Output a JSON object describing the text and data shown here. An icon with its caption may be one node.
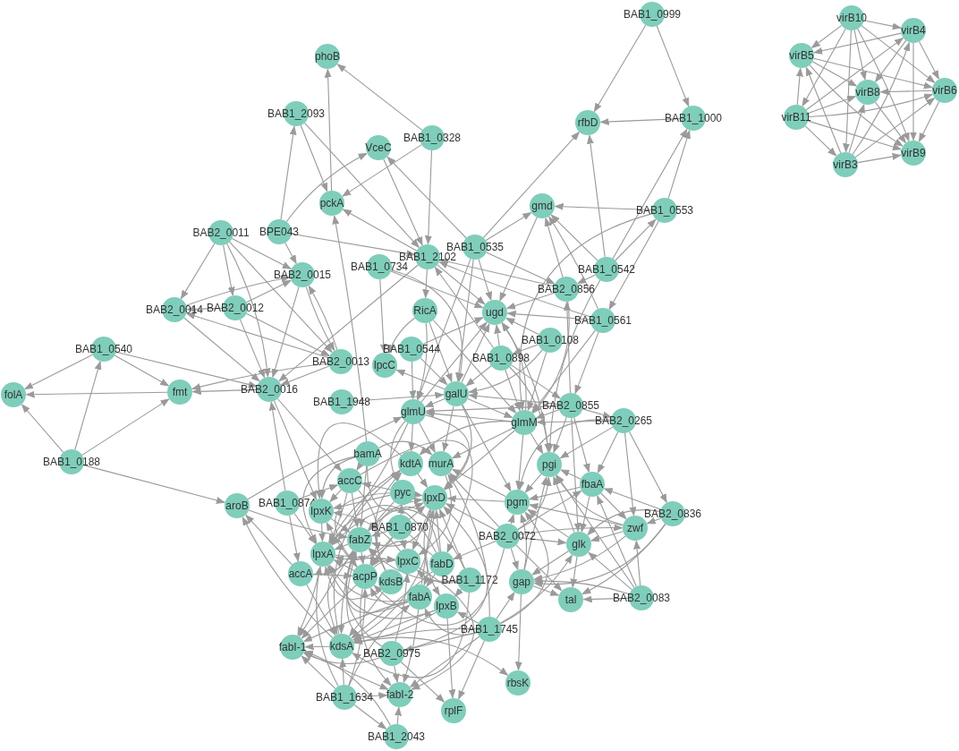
{
  "diagram": {
    "nodes": [
      {
        "text": [
          "BAB1_0999"
        ]
      },
      {
        "text": [
          "virB10"
        ]
      },
      {
        "text": [
          "virB4"
        ]
      },
      {
        "text": [
          "virB5"
        ]
      },
      {
        "text": [
          "phoB"
        ]
      },
      {
        "text": [
          "virB6"
        ]
      },
      {
        "text": [
          "virB8"
        ]
      },
      {
        "text": [
          "BAB1_2093"
        ]
      },
      {
        "text": [
          "virB11"
        ]
      },
      {
        "text": [
          "BAB1_1000"
        ]
      },
      {
        "text": [
          "rfbD"
        ]
      },
      {
        "text": [
          "BAB1_0328"
        ]
      },
      {
        "text": [
          "VceC"
        ]
      },
      {
        "text": [
          "virB9"
        ]
      },
      {
        "text": [
          "virB3"
        ]
      },
      {
        "text": [
          "pckA"
        ]
      },
      {
        "text": [
          "gmd"
        ]
      },
      {
        "text": [
          "BAB1_0553"
        ]
      },
      {
        "text": [
          "BAB2_0011"
        ]
      },
      {
        "text": [
          "BPE043"
        ]
      },
      {
        "text": [
          "BAB1_0535"
        ]
      },
      {
        "text": [
          "BAB1_2102"
        ]
      },
      {
        "text": [
          "BAB1_0734"
        ]
      },
      {
        "text": [
          "BAB1_0542"
        ]
      },
      {
        "text": [
          "BAB2_0015"
        ]
      },
      {
        "text": [
          "BAB2_0856"
        ]
      },
      {
        "text": [
          "BAB2_0014"
        ]
      },
      {
        "text": [
          "BAB2_0012"
        ]
      },
      {
        "text": [
          "RicA"
        ]
      },
      {
        "text": [
          "ugd"
        ]
      },
      {
        "text": [
          "BAB1_0561"
        ]
      },
      {
        "text": [
          "BAB1_0108"
        ]
      },
      {
        "text": [
          "BAB1_0540"
        ]
      },
      {
        "text": [
          "BAB1_0544"
        ]
      },
      {
        "text": [
          "BAB1_0898"
        ]
      },
      {
        "text": [
          "BAB2_0013"
        ]
      },
      {
        "text": [
          "lpcC"
        ]
      },
      {
        "text": [
          "galU"
        ]
      },
      {
        "text": [
          "fmt"
        ]
      },
      {
        "text": [
          "folA"
        ]
      },
      {
        "text": [
          "BAB2_0016"
        ]
      },
      {
        "text": [
          "BAB1_1948"
        ]
      },
      {
        "text": [
          "BAB2_0855"
        ]
      },
      {
        "text": [
          "glmU"
        ]
      },
      {
        "text": [
          "glmM"
        ]
      },
      {
        "text": [
          "BAB2_0265"
        ]
      },
      {
        "text": [
          "bamA"
        ]
      },
      {
        "text": [
          "BAB1_0188"
        ]
      },
      {
        "text": [
          "kdtA"
        ]
      },
      {
        "text": [
          "murA"
        ]
      },
      {
        "text": [
          "pgi"
        ]
      },
      {
        "text": [
          "accC"
        ]
      },
      {
        "text": [
          "fbaA"
        ]
      },
      {
        "text": [
          "pyc"
        ]
      },
      {
        "text": [
          "lpxD"
        ]
      },
      {
        "text": [
          "pgm"
        ]
      },
      {
        "text": [
          "aroB"
        ]
      },
      {
        "text": [
          "BAB1_0874"
        ]
      },
      {
        "text": [
          "lpxK"
        ]
      },
      {
        "text": [
          "BAB2_0836"
        ]
      },
      {
        "text": [
          "zwf"
        ]
      },
      {
        "text": [
          "BAB1_0870"
        ]
      },
      {
        "text": [
          "BAB2_0072"
        ]
      },
      {
        "text": [
          "fabZ"
        ]
      },
      {
        "text": [
          "glk"
        ]
      },
      {
        "text": [
          "lpxA"
        ]
      },
      {
        "text": [
          "lpxC"
        ]
      },
      {
        "text": [
          "fabD"
        ]
      },
      {
        "text": [
          "accA"
        ]
      },
      {
        "text": [
          "acpP"
        ]
      },
      {
        "text": [
          "kdsB"
        ]
      },
      {
        "text": [
          "BAB1_1172"
        ]
      },
      {
        "text": [
          "gap"
        ]
      },
      {
        "text": [
          "fabA"
        ]
      },
      {
        "text": [
          "lpxB"
        ]
      },
      {
        "text": [
          "tal"
        ]
      },
      {
        "text": [
          "BAB2_0083"
        ]
      },
      {
        "text": [
          "BAB1_1745"
        ]
      },
      {
        "text": [
          "kdsA"
        ]
      },
      {
        "text": [
          "fabI-1"
        ]
      },
      {
        "text": [
          "BAB2_0975"
        ]
      },
      {
        "text": [
          "rbsK"
        ]
      },
      {
        "text": [
          "fabI-2"
        ]
      },
      {
        "text": [
          "BAB1_1634"
        ]
      },
      {
        "text": [
          "rplF"
        ]
      },
      {
        "text": [
          "BAB1_2043"
        ]
      }
    ],
    "edges": [
      {
        "from": 1,
        "to": 2,
        "arrow": "to"
      },
      {
        "from": 1,
        "to": 3,
        "arrow": "to"
      },
      {
        "from": 1,
        "to": 8,
        "arrow": "to"
      },
      {
        "from": 1,
        "to": 6,
        "arrow": "to"
      },
      {
        "from": 1,
        "to": 14,
        "arrow": "to"
      },
      {
        "from": 1,
        "to": 5,
        "arrow": "to"
      },
      {
        "from": 1,
        "to": 13,
        "arrow": "to"
      },
      {
        "from": 2,
        "to": 3,
        "arrow": "to"
      },
      {
        "from": 2,
        "to": 5,
        "arrow": "to"
      },
      {
        "from": 2,
        "to": 13,
        "arrow": "to"
      },
      {
        "from": 8,
        "to": 2,
        "arrow": "to"
      },
      {
        "from": 14,
        "to": 2,
        "arrow": "to"
      },
      {
        "from": 2,
        "to": 6,
        "arrow": "to"
      },
      {
        "from": 3,
        "to": 5,
        "arrow": "to"
      },
      {
        "from": 3,
        "to": 6,
        "arrow": "to"
      },
      {
        "from": 3,
        "to": 13,
        "arrow": "to"
      },
      {
        "from": 8,
        "to": 3,
        "arrow": "to"
      },
      {
        "from": 14,
        "to": 3,
        "arrow": "to"
      },
      {
        "from": 8,
        "to": 6,
        "arrow": "to"
      },
      {
        "from": 8,
        "to": 5,
        "arrow": "to"
      },
      {
        "from": 8,
        "to": 14,
        "arrow": "to"
      },
      {
        "from": 8,
        "to": 13,
        "arrow": "to"
      },
      {
        "from": 5,
        "to": 6,
        "arrow": "to"
      },
      {
        "from": 5,
        "to": 13,
        "arrow": "to"
      },
      {
        "from": 14,
        "to": 6,
        "arrow": "to"
      },
      {
        "from": 14,
        "to": 5,
        "arrow": "to"
      },
      {
        "from": 14,
        "to": 13,
        "arrow": "to"
      },
      {
        "from": 6,
        "to": 13,
        "arrow": "to"
      },
      {
        "from": 0,
        "to": 10,
        "arrow": "to"
      },
      {
        "from": 0,
        "to": 9,
        "arrow": "to"
      },
      {
        "from": 9,
        "to": 10,
        "arrow": "to"
      },
      {
        "from": 20,
        "to": 10,
        "arrow": "to"
      },
      {
        "from": 23,
        "to": 10,
        "arrow": "to"
      },
      {
        "from": 23,
        "to": 9,
        "arrow": "to"
      },
      {
        "from": 17,
        "to": 9,
        "arrow": "to"
      },
      {
        "from": 17,
        "to": 16,
        "arrow": "to"
      },
      {
        "from": 23,
        "to": 17,
        "arrow": "to"
      },
      {
        "from": 17,
        "to": 30,
        "arrow": "to"
      },
      {
        "from": 15,
        "to": 4,
        "arrow": "to"
      },
      {
        "from": 11,
        "to": 4,
        "arrow": "to"
      },
      {
        "from": 19,
        "to": 7,
        "arrow": "to"
      },
      {
        "from": 7,
        "to": 15,
        "arrow": "to"
      },
      {
        "from": 7,
        "to": 21,
        "arrow": "to"
      },
      {
        "from": 19,
        "to": 12,
        "arrow": "to"
      },
      {
        "from": 11,
        "to": 15,
        "arrow": "to"
      },
      {
        "from": 12,
        "to": 21,
        "arrow": "to"
      },
      {
        "from": 20,
        "to": 12,
        "arrow": "to"
      },
      {
        "from": 11,
        "to": 21,
        "arrow": "to"
      },
      {
        "from": 21,
        "to": 28,
        "arrow": "to"
      },
      {
        "from": 21,
        "to": 15,
        "arrow": "to"
      },
      {
        "from": 46,
        "to": 15,
        "arrow": "to"
      },
      {
        "from": 19,
        "to": 21,
        "arrow": "to"
      },
      {
        "from": 18,
        "to": 26,
        "arrow": "to"
      },
      {
        "from": 18,
        "to": 27,
        "arrow": "to"
      },
      {
        "from": 18,
        "to": 24,
        "arrow": "to"
      },
      {
        "from": 18,
        "to": 35,
        "arrow": "to"
      },
      {
        "from": 18,
        "to": 40,
        "arrow": "to"
      },
      {
        "from": 27,
        "to": 24,
        "arrow": "to"
      },
      {
        "from": 26,
        "to": 24,
        "arrow": "to"
      },
      {
        "from": 27,
        "to": 26,
        "arrow": "to"
      },
      {
        "from": 35,
        "to": 26,
        "arrow": "to"
      },
      {
        "from": 27,
        "to": 40,
        "arrow": "to"
      },
      {
        "from": 27,
        "to": 35,
        "arrow": "to"
      },
      {
        "from": 26,
        "to": 40,
        "arrow": "to"
      },
      {
        "from": 19,
        "to": 24,
        "arrow": "to"
      },
      {
        "from": 24,
        "to": 35,
        "arrow": "to"
      },
      {
        "from": 35,
        "to": 24,
        "arrow": "to"
      },
      {
        "from": 24,
        "to": 40,
        "arrow": "to"
      },
      {
        "from": 21,
        "to": 40,
        "arrow": "to"
      },
      {
        "from": 35,
        "to": 40,
        "arrow": "to"
      },
      {
        "from": 35,
        "to": 38,
        "arrow": "to"
      },
      {
        "from": 40,
        "to": 38,
        "arrow": "to"
      },
      {
        "from": 38,
        "to": 39,
        "arrow": "to"
      },
      {
        "from": 32,
        "to": 39,
        "arrow": "to"
      },
      {
        "from": 32,
        "to": 38,
        "arrow": "to"
      },
      {
        "from": 32,
        "to": 40,
        "arrow": "to"
      },
      {
        "from": 47,
        "to": 32,
        "arrow": "to"
      },
      {
        "from": 47,
        "to": 39,
        "arrow": "to"
      },
      {
        "from": 47,
        "to": 38,
        "arrow": "to"
      },
      {
        "from": 47,
        "to": 56,
        "arrow": "to"
      },
      {
        "from": 57,
        "to": 40,
        "arrow": "to"
      },
      {
        "from": 40,
        "to": 51,
        "arrow": "to"
      },
      {
        "from": 40,
        "to": 58,
        "arrow": "to"
      },
      {
        "from": 56,
        "to": 43,
        "arrow": "to"
      },
      {
        "from": 56,
        "to": 63,
        "arrow": "to"
      },
      {
        "from": 78,
        "to": 56,
        "arrow": "to"
      },
      {
        "from": 68,
        "to": 56,
        "arrow": "to"
      },
      {
        "from": 57,
        "to": 65,
        "arrow": "to"
      },
      {
        "from": 57,
        "to": 68,
        "arrow": "to"
      },
      {
        "from": 57,
        "to": 51,
        "arrow": "to"
      },
      {
        "from": 20,
        "to": 16,
        "arrow": "to"
      },
      {
        "from": 16,
        "to": 29,
        "arrow": "to"
      },
      {
        "from": 20,
        "to": 29,
        "arrow": "to"
      },
      {
        "from": 23,
        "to": 16,
        "arrow": "to"
      },
      {
        "from": 25,
        "to": 16,
        "arrow": "to"
      },
      {
        "from": 30,
        "to": 16,
        "arrow": "to"
      },
      {
        "from": 23,
        "to": 25,
        "arrow": "to"
      },
      {
        "from": 25,
        "to": 29,
        "arrow": "to"
      },
      {
        "from": 30,
        "to": 29,
        "arrow": "to"
      },
      {
        "from": 31,
        "to": 29,
        "arrow": "to"
      },
      {
        "from": 34,
        "to": 29,
        "arrow": "to"
      },
      {
        "from": 31,
        "to": 34,
        "arrow": "to"
      },
      {
        "from": 30,
        "to": 21,
        "arrow": "to"
      },
      {
        "from": 25,
        "to": 21,
        "arrow": "to"
      },
      {
        "from": 20,
        "to": 25,
        "arrow": "to"
      },
      {
        "from": 30,
        "to": 42,
        "arrow": "to"
      },
      {
        "from": 34,
        "to": 21,
        "arrow": "to"
      },
      {
        "from": 22,
        "to": 36,
        "arrow": "to"
      },
      {
        "from": 22,
        "to": 29,
        "arrow": "to"
      },
      {
        "from": 22,
        "to": 37,
        "arrow": "to"
      },
      {
        "from": 33,
        "to": 29,
        "arrow": "to"
      },
      {
        "from": 33,
        "to": 37,
        "arrow": "to"
      },
      {
        "from": 33,
        "to": 43,
        "arrow": "to"
      },
      {
        "from": 37,
        "to": 36,
        "arrow": "to"
      },
      {
        "from": 41,
        "to": 37,
        "arrow": "to"
      },
      {
        "from": 37,
        "to": 43,
        "arrow": "to"
      },
      {
        "from": 44,
        "to": 43,
        "arrow": "to"
      },
      {
        "from": 42,
        "to": 43,
        "arrow": "to"
      },
      {
        "from": 42,
        "to": 37,
        "arrow": "to"
      },
      {
        "from": 34,
        "to": 37,
        "arrow": "to"
      },
      {
        "from": 31,
        "to": 37,
        "arrow": "to"
      },
      {
        "from": 37,
        "to": 29,
        "arrow": "to"
      },
      {
        "from": 43,
        "to": 29,
        "arrow": "to"
      },
      {
        "from": 44,
        "to": 29,
        "arrow": "to"
      },
      {
        "from": 50,
        "to": 29,
        "arrow": "to"
      },
      {
        "from": 31,
        "to": 44,
        "arrow": "to"
      },
      {
        "from": 34,
        "to": 44,
        "arrow": "to"
      },
      {
        "from": 34,
        "to": 50,
        "arrow": "to"
      },
      {
        "from": 34,
        "to": 42,
        "arrow": "to"
      },
      {
        "from": 42,
        "to": 25,
        "arrow": "to"
      },
      {
        "from": 25,
        "to": 44,
        "arrow": "to"
      },
      {
        "from": 42,
        "to": 45,
        "arrow": "to"
      },
      {
        "from": 45,
        "to": 44,
        "arrow": "to"
      },
      {
        "from": 45,
        "to": 50,
        "arrow": "to"
      },
      {
        "from": 45,
        "to": 55,
        "arrow": "to"
      },
      {
        "from": 45,
        "to": 52,
        "arrow": "to"
      },
      {
        "from": 45,
        "to": 60,
        "arrow": "to"
      },
      {
        "from": 45,
        "to": 59,
        "arrow": "to"
      },
      {
        "from": 42,
        "to": 44,
        "arrow": "to"
      },
      {
        "from": 42,
        "to": 50,
        "arrow": "to"
      },
      {
        "from": 42,
        "to": 52,
        "arrow": "to"
      },
      {
        "from": 42,
        "to": 64,
        "arrow": "to"
      },
      {
        "from": 44,
        "to": 50,
        "arrow": "to"
      },
      {
        "from": 44,
        "to": 55,
        "arrow": "to"
      },
      {
        "from": 28,
        "to": 43,
        "arrow": "to"
      },
      {
        "from": 28,
        "to": 37,
        "arrow": "to"
      },
      {
        "from": 28,
        "to": 44,
        "arrow": "to"
      },
      {
        "from": 28,
        "to": 36,
        "arrow": "to"
      },
      {
        "from": 30,
        "to": 44,
        "arrow": "to"
      },
      {
        "from": 23,
        "to": 50,
        "arrow": "to"
      },
      {
        "from": 17,
        "to": 44,
        "arrow": "to"
      },
      {
        "from": 20,
        "to": 37,
        "arrow": "to"
      },
      {
        "from": 20,
        "to": 43,
        "arrow": "to"
      },
      {
        "from": 21,
        "to": 29,
        "arrow": "to"
      },
      {
        "from": 59,
        "to": 52,
        "arrow": "to"
      },
      {
        "from": 59,
        "to": 60,
        "arrow": "to"
      },
      {
        "from": 59,
        "to": 64,
        "arrow": "to"
      },
      {
        "from": 59,
        "to": 72,
        "arrow": "to"
      },
      {
        "from": 59,
        "to": 75,
        "arrow": "to"
      },
      {
        "from": 76,
        "to": 60,
        "arrow": "to"
      },
      {
        "from": 76,
        "to": 52,
        "arrow": "to"
      },
      {
        "from": 76,
        "to": 64,
        "arrow": "to"
      },
      {
        "from": 76,
        "to": 75,
        "arrow": "to"
      },
      {
        "from": 76,
        "to": 50,
        "arrow": "to"
      },
      {
        "from": 76,
        "to": 72,
        "arrow": "to"
      },
      {
        "from": 52,
        "to": 50,
        "arrow": "to"
      },
      {
        "from": 52,
        "to": 55,
        "arrow": "to"
      },
      {
        "from": 52,
        "to": 64,
        "arrow": "to"
      },
      {
        "from": 52,
        "to": 60,
        "arrow": "to"
      },
      {
        "from": 60,
        "to": 64,
        "arrow": "to"
      },
      {
        "from": 60,
        "to": 50,
        "arrow": "to"
      },
      {
        "from": 60,
        "to": 55,
        "arrow": "to"
      },
      {
        "from": 60,
        "to": 72,
        "arrow": "to"
      },
      {
        "from": 64,
        "to": 50,
        "arrow": "to"
      },
      {
        "from": 64,
        "to": 55,
        "arrow": "to"
      },
      {
        "from": 64,
        "to": 72,
        "arrow": "to"
      },
      {
        "from": 64,
        "to": 75,
        "arrow": "to"
      },
      {
        "from": 72,
        "to": 75,
        "arrow": "to"
      },
      {
        "from": 72,
        "to": 81,
        "arrow": "to"
      },
      {
        "from": 72,
        "to": 55,
        "arrow": "to"
      },
      {
        "from": 72,
        "to": 50,
        "arrow": "to"
      },
      {
        "from": 62,
        "to": 55,
        "arrow": "to"
      },
      {
        "from": 62,
        "to": 50,
        "arrow": "to"
      },
      {
        "from": 62,
        "to": 72,
        "arrow": "to"
      },
      {
        "from": 62,
        "to": 64,
        "arrow": "to"
      },
      {
        "from": 62,
        "to": 60,
        "arrow": "to"
      },
      {
        "from": 62,
        "to": 75,
        "arrow": "to"
      },
      {
        "from": 62,
        "to": 52,
        "arrow": "to"
      },
      {
        "from": 62,
        "to": 54,
        "arrow": "to"
      },
      {
        "from": 62,
        "to": 49,
        "arrow": "to"
      },
      {
        "from": 50,
        "to": 55,
        "arrow": "to"
      },
      {
        "from": 77,
        "to": 72,
        "arrow": "to"
      },
      {
        "from": 77,
        "to": 84,
        "arrow": "to"
      },
      {
        "from": 77,
        "to": 82,
        "arrow": "to"
      },
      {
        "from": 77,
        "to": 78,
        "arrow": "to"
      },
      {
        "from": 77,
        "to": 80,
        "arrow": "to"
      },
      {
        "from": 77,
        "to": 74,
        "arrow": "to"
      },
      {
        "from": 77,
        "to": 73,
        "arrow": "to"
      },
      {
        "from": 77,
        "to": 55,
        "arrow": "to"
      },
      {
        "from": 77,
        "to": 64,
        "arrow": "to"
      },
      {
        "from": 77,
        "to": 49,
        "arrow": "to"
      },
      {
        "from": 78,
        "to": 81,
        "arrow": "to"
      },
      {
        "from": 83,
        "to": 79,
        "arrow": "to"
      },
      {
        "from": 83,
        "to": 82,
        "arrow": "to"
      },
      {
        "from": 83,
        "to": 85,
        "arrow": "to"
      },
      {
        "from": 83,
        "to": 65,
        "arrow": "to"
      },
      {
        "from": 83,
        "to": 69,
        "arrow": "to"
      },
      {
        "from": 85,
        "to": 79,
        "arrow": "to"
      },
      {
        "from": 85,
        "to": 82,
        "arrow": "to"
      },
      {
        "from": 79,
        "to": 82,
        "arrow": "to"
      },
      {
        "from": 78,
        "to": 79,
        "arrow": "to"
      },
      {
        "from": 80,
        "to": 79,
        "arrow": "to"
      },
      {
        "from": 80,
        "to": 82,
        "arrow": "to"
      },
      {
        "from": 80,
        "to": 84,
        "arrow": "to"
      },
      {
        "from": 73,
        "to": 79,
        "arrow": "to"
      },
      {
        "from": 73,
        "to": 82,
        "arrow": "to"
      },
      {
        "from": 74,
        "to": 84,
        "arrow": "to"
      },
      {
        "from": 66,
        "to": 82,
        "arrow": "to"
      },
      {
        "from": 69,
        "to": 82,
        "arrow": "to"
      },
      {
        "from": 69,
        "to": 79,
        "arrow": "to"
      },
      {
        "from": 65,
        "to": 79,
        "arrow": "to"
      },
      {
        "from": 63,
        "to": 79,
        "arrow": "to"
      },
      {
        "from": 70,
        "to": 78,
        "arrow": "to"
      },
      {
        "from": 66,
        "to": 78,
        "arrow": "to"
      },
      {
        "from": 63,
        "to": 78,
        "arrow": "to"
      },
      {
        "from": 54,
        "to": 78,
        "arrow": "to"
      },
      {
        "from": 67,
        "to": 78,
        "arrow": "to"
      },
      {
        "from": 74,
        "to": 78,
        "arrow": "to"
      },
      {
        "from": 71,
        "to": 78,
        "arrow": "to"
      },
      {
        "from": 46,
        "to": 49,
        "arrow": "to"
      },
      {
        "from": 46,
        "to": 54,
        "arrow": "to"
      },
      {
        "from": 46,
        "to": 65,
        "arrow": "to"
      },
      {
        "from": 46,
        "to": 58,
        "arrow": "to"
      },
      {
        "from": 46,
        "to": 63,
        "arrow": "to"
      },
      {
        "from": 46,
        "to": 51,
        "arrow": "to"
      },
      {
        "from": 48,
        "to": 54,
        "arrow": "to"
      },
      {
        "from": 48,
        "to": 58,
        "arrow": "to"
      },
      {
        "from": 48,
        "to": 65,
        "arrow": "to"
      },
      {
        "from": 43,
        "to": 48,
        "arrow": "to"
      },
      {
        "from": 43,
        "to": 49,
        "arrow": "to"
      },
      {
        "from": 43,
        "to": 54,
        "arrow": "to"
      },
      {
        "from": 43,
        "to": 65,
        "arrow": "to"
      },
      {
        "from": 43,
        "to": 53,
        "arrow": "to"
      },
      {
        "from": 37,
        "to": 49,
        "arrow": "to"
      },
      {
        "from": 37,
        "to": 44,
        "arrow": "to"
      },
      {
        "from": 37,
        "to": 55,
        "arrow": "to"
      },
      {
        "from": 37,
        "to": 54,
        "arrow": "to"
      },
      {
        "from": 44,
        "to": 49,
        "arrow": "to"
      },
      {
        "from": 44,
        "to": 54,
        "arrow": "to"
      },
      {
        "from": 44,
        "to": 48,
        "arrow": "to"
      },
      {
        "from": 49,
        "to": 66,
        "arrow": "to"
      },
      {
        "from": 51,
        "to": 58,
        "arrow": "to"
      },
      {
        "from": 51,
        "to": 63,
        "arrow": "to"
      },
      {
        "from": 51,
        "to": 65,
        "arrow": "to"
      },
      {
        "from": 51,
        "to": 69,
        "arrow": "to"
      },
      {
        "from": 51,
        "to": 67,
        "arrow": "to"
      },
      {
        "from": 53,
        "to": 54,
        "arrow": "to"
      },
      {
        "from": 53,
        "to": 63,
        "arrow": "to"
      },
      {
        "from": 53,
        "to": 58,
        "arrow": "to"
      },
      {
        "from": 53,
        "to": 51,
        "arrow": "to"
      },
      {
        "from": 53,
        "to": 69,
        "arrow": "to"
      },
      {
        "from": 54,
        "to": 74,
        "arrow": "to"
      },
      {
        "from": 54,
        "to": 63,
        "arrow": "to"
      },
      {
        "from": 54,
        "to": 66,
        "arrow": "to"
      },
      {
        "from": 58,
        "to": 65,
        "arrow": "to"
      },
      {
        "from": 58,
        "to": 63,
        "arrow": "to"
      },
      {
        "from": 61,
        "to": 54,
        "arrow": "to"
      },
      {
        "from": 61,
        "to": 63,
        "arrow": "to"
      },
      {
        "from": 61,
        "to": 66,
        "arrow": "to"
      },
      {
        "from": 61,
        "to": 69,
        "arrow": "to"
      },
      {
        "from": 61,
        "to": 65,
        "arrow": "to"
      },
      {
        "from": 61,
        "to": 73,
        "arrow": "to"
      },
      {
        "from": 61,
        "to": 53,
        "arrow": "to"
      },
      {
        "from": 63,
        "to": 65,
        "arrow": "to"
      },
      {
        "from": 63,
        "to": 69,
        "arrow": "to"
      },
      {
        "from": 65,
        "to": 66,
        "arrow": "to"
      },
      {
        "from": 66,
        "to": 58,
        "arrow": "to"
      },
      {
        "from": 67,
        "to": 69,
        "arrow": "to"
      },
      {
        "from": 67,
        "to": 54,
        "arrow": "to"
      },
      {
        "from": 67,
        "to": 63,
        "arrow": "to"
      },
      {
        "from": 67,
        "to": 73,
        "arrow": "to"
      },
      {
        "from": 67,
        "to": 65,
        "arrow": "to"
      },
      {
        "from": 68,
        "to": 69,
        "arrow": "to"
      },
      {
        "from": 68,
        "to": 63,
        "arrow": "to"
      },
      {
        "from": 68,
        "to": 78,
        "arrow": "to"
      },
      {
        "from": 69,
        "to": 65,
        "arrow": "to"
      },
      {
        "from": 69,
        "to": 66,
        "arrow": "to"
      },
      {
        "from": 69,
        "to": 58,
        "arrow": "to"
      },
      {
        "from": 70,
        "to": 48,
        "arrow": "to"
      },
      {
        "from": 70,
        "to": 54,
        "arrow": "to"
      },
      {
        "from": 70,
        "to": 63,
        "arrow": "to"
      },
      {
        "from": 70,
        "to": 65,
        "arrow": "to"
      },
      {
        "from": 71,
        "to": 54,
        "arrow": "to"
      },
      {
        "from": 71,
        "to": 66,
        "arrow": "to"
      },
      {
        "from": 71,
        "to": 63,
        "arrow": "to"
      },
      {
        "from": 71,
        "to": 65,
        "arrow": "to"
      },
      {
        "from": 71,
        "to": 74,
        "arrow": "to"
      },
      {
        "from": 73,
        "to": 63,
        "arrow": "to"
      },
      {
        "from": 73,
        "to": 65,
        "arrow": "to"
      },
      {
        "from": 73,
        "to": 69,
        "arrow": "to"
      },
      {
        "from": 73,
        "to": 54,
        "arrow": "to"
      },
      {
        "from": 74,
        "to": 63,
        "arrow": "to"
      },
      {
        "from": 74,
        "to": 65,
        "arrow": "to"
      },
      {
        "from": 80,
        "to": 63,
        "arrow": "to"
      },
      {
        "from": 80,
        "to": 66,
        "arrow": "to"
      },
      {
        "from": 80,
        "to": 54,
        "arrow": "to"
      },
      {
        "from": 83,
        "to": 78,
        "arrow": "to"
      },
      {
        "from": 83,
        "to": 73,
        "arrow": "to"
      },
      {
        "from": 62,
        "to": 69,
        "arrow": "to"
      },
      {
        "from": 62,
        "to": 67,
        "arrow": "to"
      },
      {
        "from": 55,
        "to": 49,
        "arrow": "to"
      },
      {
        "from": 55,
        "to": 54,
        "arrow": "to"
      },
      {
        "from": 78,
        "to": 48,
        "arrow": "to"
      }
    ]
  }
}
